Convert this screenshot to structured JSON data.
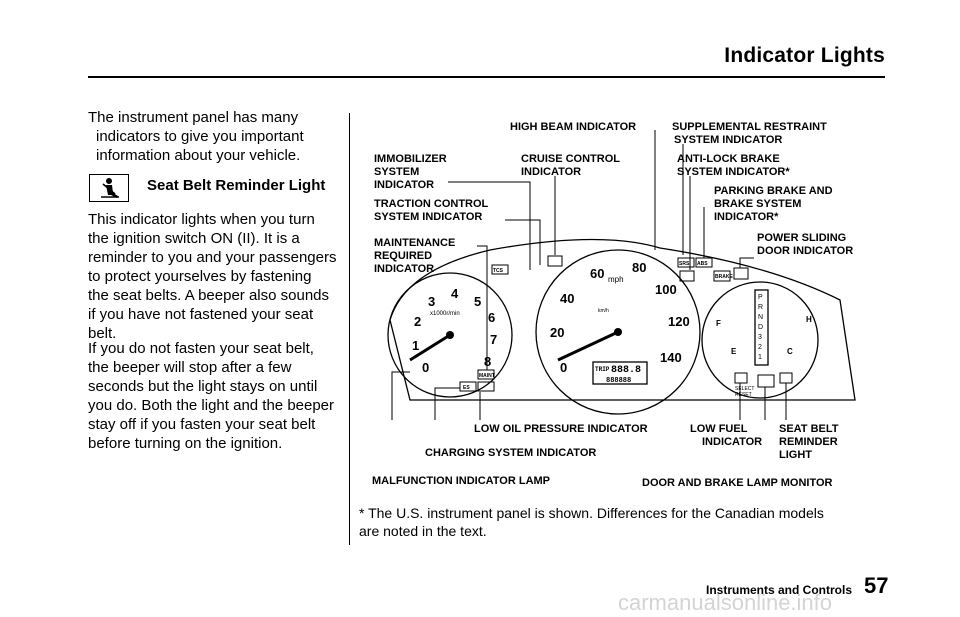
{
  "page": {
    "title": "Indicator Lights",
    "footer_section": "Instruments and Controls",
    "page_number": "57",
    "watermark": "carmanualsonline.info"
  },
  "intro": {
    "lines": [
      "The instrument panel has many",
      "indicators to give you important",
      "information about your vehicle."
    ]
  },
  "seat_belt": {
    "heading": "Seat Belt Reminder Light",
    "icon": "seat-belt-icon",
    "para1": [
      "This indicator lights when you turn",
      "the ignition switch ON (II). It is a",
      "reminder to you and your passengers",
      "to protect yourselves by fastening",
      "the seat belts. A beeper also sounds",
      "if you have not fastened your seat",
      "belt."
    ],
    "para2": [
      "If you do not fasten your seat belt,",
      "the beeper will stop after a few",
      "seconds but the light stays on until",
      "you do. Both the light and the beeper",
      "stay off if you fasten your seat belt",
      "before turning on the ignition."
    ]
  },
  "diagram": {
    "labels": {
      "high_beam": "HIGH BEAM INDICATOR",
      "srs": [
        "SUPPLEMENTAL RESTRAINT",
        "SYSTEM INDICATOR"
      ],
      "immobilizer": [
        "IMMOBILIZER",
        "SYSTEM",
        "INDICATOR"
      ],
      "cruise": [
        "CRUISE CONTROL",
        "INDICATOR"
      ],
      "abs": [
        "ANTI-LOCK BRAKE",
        "SYSTEM INDICATOR*"
      ],
      "parking_brake": [
        "PARKING BRAKE AND",
        "BRAKE SYSTEM",
        "INDICATOR*"
      ],
      "traction": [
        "TRACTION CONTROL",
        "SYSTEM INDICATOR"
      ],
      "maintenance": [
        "MAINTENANCE",
        "REQUIRED",
        "INDICATOR"
      ],
      "power_sliding": [
        "POWER SLIDING",
        "DOOR INDICATOR"
      ],
      "low_oil": "LOW OIL PRESSURE INDICATOR",
      "low_fuel": [
        "LOW FUEL",
        "INDICATOR"
      ],
      "seat_belt_light": [
        "SEAT BELT",
        "REMINDER",
        "LIGHT"
      ],
      "charging": "CHARGING SYSTEM INDICATOR",
      "malfunction": "MALFUNCTION INDICATOR LAMP",
      "door_brake": "DOOR AND BRAKE LAMP MONITOR"
    },
    "gauges": {
      "tach_unit": "x1000r/min",
      "tach_ticks": [
        "0",
        "1",
        "2",
        "3",
        "4",
        "5",
        "6",
        "7",
        "8"
      ],
      "speed_unit_mph": "mph",
      "speed_unit_kmh": "km/h",
      "mph_ticks": [
        "0",
        "20",
        "40",
        "60",
        "80",
        "100",
        "120",
        "140"
      ],
      "trip_label": "TRIP",
      "trip_value": "888.8",
      "odo_value": "888888",
      "select_reset": [
        "SELECT",
        "RESET"
      ],
      "fuel_f": "F",
      "fuel_e": "E",
      "temp_h": "H",
      "temp_c": "C",
      "gears": [
        "P",
        "R",
        "N",
        "D",
        "3",
        "2",
        "1"
      ],
      "icon_labels": {
        "tcs": "TCS",
        "srs": "SRS",
        "abs": "ABS",
        "brake": "BRAKE",
        "maint": "MAINT",
        "es": "ES"
      }
    }
  },
  "footnote": [
    "* The U.S. instrument panel is shown. Differences for the Canadian models",
    "are noted in the text."
  ]
}
